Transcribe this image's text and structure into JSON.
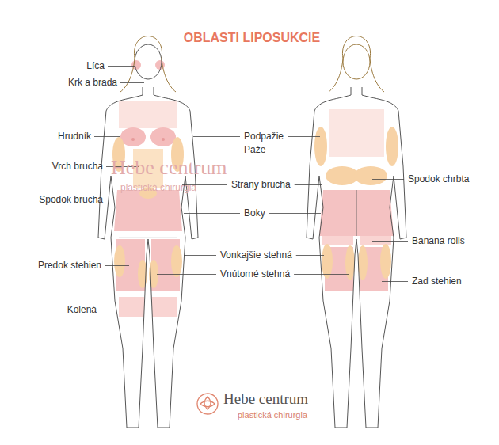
{
  "diagram": {
    "title": "OBLASTI LIPOSUKCIE",
    "labels": [
      "Líca",
      "Krk a brada",
      "Hrudník",
      "Vrch brucha",
      "Spodok brucha",
      "Predok stehien",
      "Kolená",
      "Podpažie",
      "Paže",
      "Strany brucha",
      "Boky",
      "Vonkajšie stehná",
      "Vnútorné stehná",
      "Spodok chrbta",
      "Banana rolls",
      "Zad stehien",
      "Hebe centrum",
      "plastická chirurgia",
      "Hebe centrum",
      "plastická chirurgia"
    ]
  }
}
